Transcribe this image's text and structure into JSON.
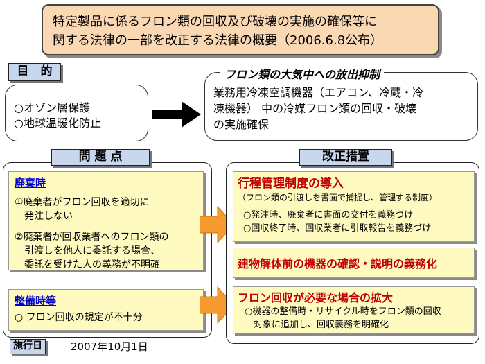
{
  "title": {
    "line1": "特定製品に係るフロン類の回収及び破壊の実施の確保等に",
    "line2": "関する法律の一部を改正する法律の概要（2006.6.8公布）"
  },
  "purpose": {
    "label": "目　的",
    "items": [
      "○オゾン層保護",
      "○地球温暖化防止"
    ]
  },
  "suppression": {
    "heading": "フロン類の大気中への放出抑制",
    "lines": [
      "業務用冷凍空調機器（エアコン、冷蔵・冷",
      "凍機器） 中の冷媒フロン類の回収・破壊",
      "の実施確保"
    ]
  },
  "problems": {
    "label": "問 題 点",
    "disposal": {
      "heading": "廃棄時",
      "lines": [
        "①廃棄者がフロン回収を適切に",
        "　発注しない",
        "②廃棄者が回収業者へのフロン類の",
        "　引渡しを他人に委託する場合、",
        "　委託を受けた人の義務が不明確"
      ]
    },
    "maintenance": {
      "heading": "整備時等",
      "line": "○ フロン回収の規定が不十分"
    }
  },
  "measures": {
    "label": "改正措置",
    "process": {
      "heading": "行程管理制度の導入",
      "sub": "（フロン類の引渡しを書面で捕捉し、管理する制度）",
      "lines": [
        "○発注時、廃棄者に書面の交付を義務づけ",
        "○回収終了時、回収業者に引取報告を義務づけ"
      ]
    },
    "demolition": {
      "heading": "建物解体前の機器の確認・説明の義務化"
    },
    "expansion": {
      "heading": "フロン回収が必要な場合の拡大",
      "lines": [
        "○機器の整備時・リサイクル時をフロン類の回収",
        "　対象に追加し、回収義務を明確化"
      ]
    }
  },
  "enforcement": {
    "label": "施行日",
    "date": "2007年10月1日"
  },
  "colors": {
    "title_bg": "#fbd8b4",
    "label_bg": "#c9d7ee",
    "note_bg": "#fffac0",
    "arrow": "#f79a2e",
    "heading_red": "#c00000",
    "heading_blue": "#0000cc"
  }
}
